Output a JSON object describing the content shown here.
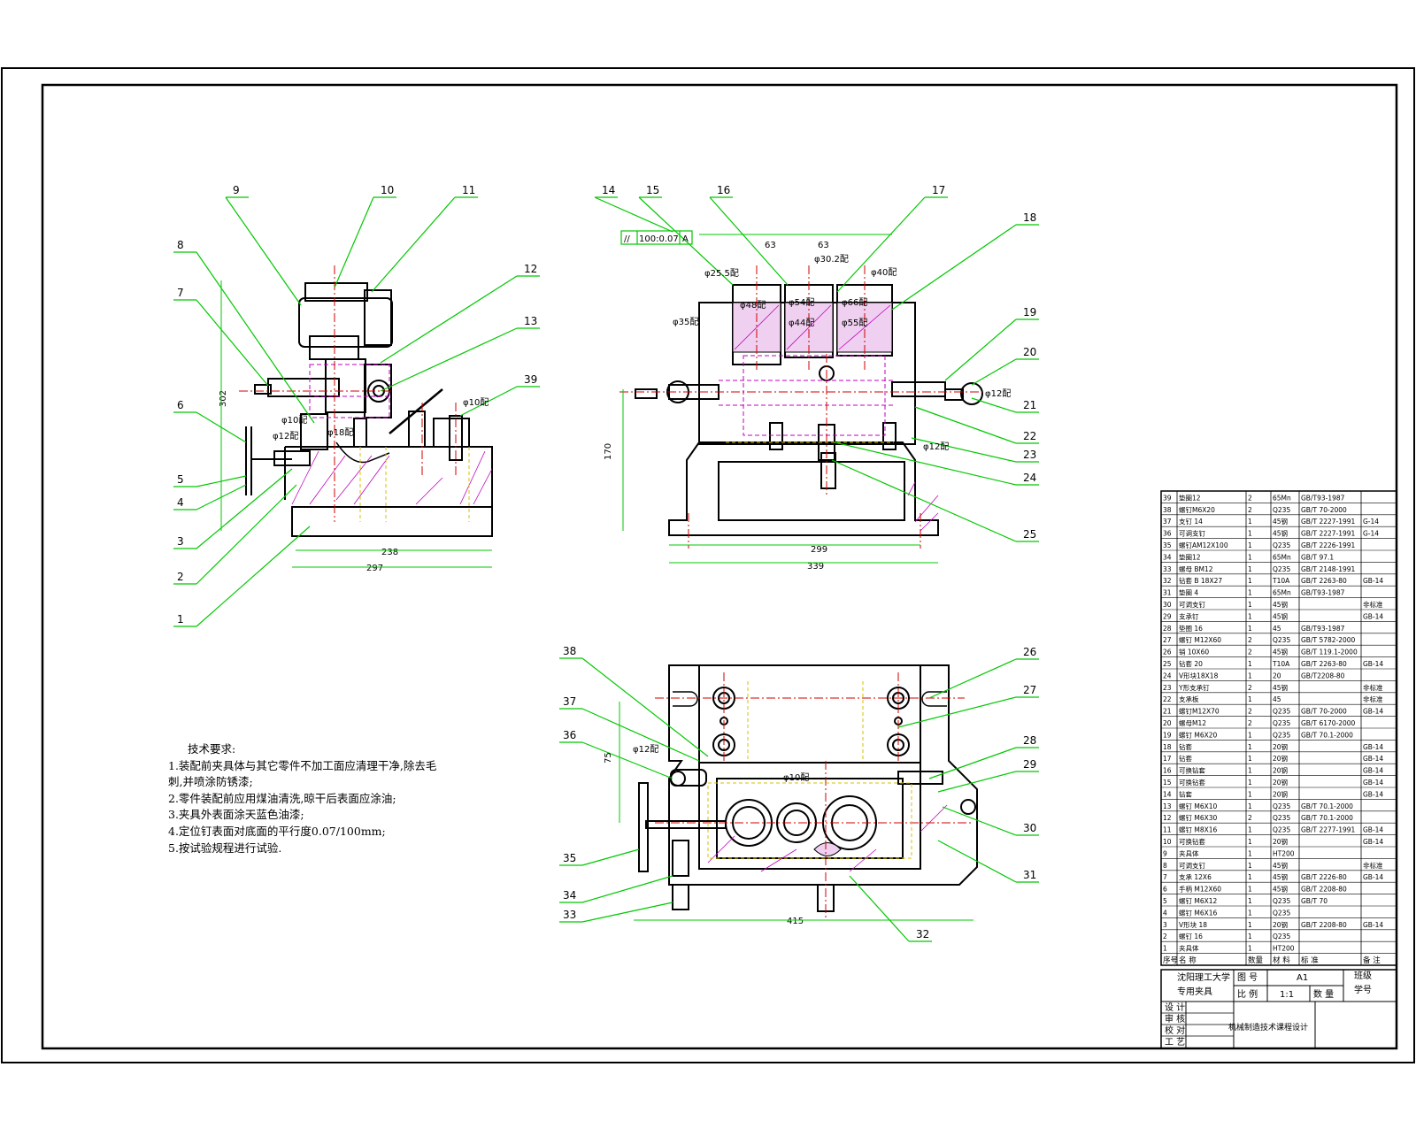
{
  "drawing": {
    "colors": {
      "outline": "#000000",
      "leader": "#00c800",
      "center": "#d00000",
      "hidden": "#e000e0",
      "yellow": "#d8c000",
      "hatch": "#c000c0"
    },
    "view_front": {
      "balloons": [
        "1",
        "2",
        "3",
        "4",
        "5",
        "6",
        "7",
        "8",
        "9",
        "10",
        "11",
        "12",
        "13",
        "39"
      ],
      "dims": [
        "302",
        "238",
        "297",
        "φ10配",
        "φ12配",
        "φ10配",
        "φ18配"
      ]
    },
    "view_side": {
      "balloons": [
        "14",
        "15",
        "16",
        "17",
        "18",
        "19",
        "20",
        "21",
        "22",
        "23",
        "24",
        "25"
      ],
      "tolerance_frame": [
        "//",
        "100:0.07",
        "A"
      ],
      "dims": [
        "63",
        "63",
        "φ25.5配",
        "φ30.2配",
        "φ40配",
        "φ48配",
        "φ54配",
        "φ66配",
        "φ35配",
        "φ44配",
        "φ55配",
        "φ12配",
        "φ12配",
        "170",
        "299",
        "339"
      ]
    },
    "view_top": {
      "balloons": [
        "26",
        "27",
        "28",
        "29",
        "30",
        "31",
        "32",
        "33",
        "34",
        "35",
        "36",
        "37",
        "38"
      ],
      "dims": [
        "φ12配",
        "φ10配",
        "75",
        "415"
      ]
    }
  },
  "tech_requirements": {
    "title": "技术要求:",
    "lines": [
      "1.装配前夹具体与其它零件不加工面应清理干净,除去毛",
      "刺,并喷涂防锈漆;",
      "2.零件装配前应用煤油清洗,晾干后表面应涂油;",
      "3.夹具外表面涂天蓝色油漆;",
      "4.定位钉表面对底面的平行度0.07/100mm;",
      "5.按试验规程进行试验."
    ]
  },
  "parts_list": {
    "rows": [
      [
        "39",
        "垫圈12",
        "2",
        "65Mn",
        "GB/T93-1987",
        ""
      ],
      [
        "38",
        "螺钉M6X20",
        "2",
        "Q235",
        "GB/T 70-2000",
        ""
      ],
      [
        "37",
        "支钉 14",
        "1",
        "45钢",
        "GB/T 2227-1991",
        "G-14"
      ],
      [
        "36",
        "可调支钉",
        "1",
        "45钢",
        "GB/T 2227-1991",
        "G-14"
      ],
      [
        "35",
        "螺钉AM12X100",
        "1",
        "Q235",
        "GB/T 2226-1991",
        ""
      ],
      [
        "34",
        "垫圈12",
        "1",
        "65Mn",
        "GB/T 97.1",
        ""
      ],
      [
        "33",
        "螺母 BM12",
        "1",
        "Q235",
        "GB/T 2148-1991",
        ""
      ],
      [
        "32",
        "钻套 B 18X27",
        "1",
        "T10A",
        "GB/T 2263-80",
        "GB-14"
      ],
      [
        "31",
        "垫圈 4",
        "1",
        "65Mn",
        "GB/T93-1987",
        ""
      ],
      [
        "30",
        "可调支钉",
        "1",
        "45钢",
        "",
        "非标准"
      ],
      [
        "29",
        "支承钉",
        "1",
        "45钢",
        "",
        "GB-14"
      ],
      [
        "28",
        "垫圈 16",
        "1",
        "45",
        "GB/T93-1987",
        ""
      ],
      [
        "27",
        "螺钉 M12X60",
        "2",
        "Q235",
        "GB/T 5782-2000",
        ""
      ],
      [
        "26",
        "销 10X60",
        "2",
        "45钢",
        "GB/T 119.1-2000",
        ""
      ],
      [
        "25",
        "钻套 20",
        "1",
        "T10A",
        "GB/T 2263-80",
        "GB-14"
      ],
      [
        "24",
        "V形块18X18",
        "1",
        "20",
        "GB/T2208-80",
        ""
      ],
      [
        "23",
        "Y形支承钉",
        "2",
        "45钢",
        "",
        "非标准"
      ],
      [
        "22",
        "支承板",
        "1",
        "45",
        "",
        "非标准"
      ],
      [
        "21",
        "螺钉M12X70",
        "2",
        "Q235",
        "GB/T 70-2000",
        "GB-14"
      ],
      [
        "20",
        "螺母M12",
        "2",
        "Q235",
        "GB/T 6170-2000",
        ""
      ],
      [
        "19",
        "螺钉 M6X20",
        "1",
        "Q235",
        "GB/T 70.1-2000",
        ""
      ],
      [
        "18",
        "钻套",
        "1",
        "20钢",
        "",
        "GB-14"
      ],
      [
        "17",
        "钻套",
        "1",
        "20钢",
        "",
        "GB-14"
      ],
      [
        "16",
        "可换钻套",
        "1",
        "20钢",
        "",
        "GB-14"
      ],
      [
        "15",
        "可换钻套",
        "1",
        "20钢",
        "",
        "GB-14"
      ],
      [
        "14",
        "钻套",
        "1",
        "20钢",
        "",
        "GB-14"
      ],
      [
        "13",
        "螺钉 M6X10",
        "1",
        "Q235",
        "GB/T 70.1-2000",
        ""
      ],
      [
        "12",
        "螺钉 M6X30",
        "2",
        "Q235",
        "GB/T 70.1-2000",
        ""
      ],
      [
        "11",
        "螺钉 M8X16",
        "1",
        "Q235",
        "GB/T 2277-1991",
        "GB-14"
      ],
      [
        "10",
        "可换钻套",
        "1",
        "20钢",
        "",
        "GB-14"
      ],
      [
        "9",
        "夹具体",
        "1",
        "HT200",
        "",
        ""
      ],
      [
        "8",
        "可调支钉",
        "1",
        "45钢",
        "",
        "非标准"
      ],
      [
        "7",
        "支承 12X6",
        "1",
        "45钢",
        "GB/T 2226-80",
        "GB-14"
      ],
      [
        "6",
        "手柄 M12X60",
        "1",
        "45钢",
        "GB/T 2208-80",
        ""
      ],
      [
        "5",
        "螺钉 M6X12",
        "1",
        "Q235",
        "GB/T 70",
        ""
      ],
      [
        "4",
        "螺钉 M6X16",
        "1",
        "Q235",
        "",
        ""
      ],
      [
        "3",
        "V形块 18",
        "1",
        "20钢",
        "GB/T 2208-80",
        "GB-14"
      ],
      [
        "2",
        "螺钉 16",
        "1",
        "Q235",
        "",
        ""
      ],
      [
        "1",
        "夹具体",
        "1",
        "HT200",
        "",
        ""
      ]
    ],
    "header": [
      "序号",
      "名 称",
      "数量",
      "材 料",
      "标 准",
      "备 注"
    ]
  },
  "title_block": {
    "school": "沈阳理工大学",
    "name": "专用夹具",
    "drawing_no_label": "图 号",
    "drawing_no": "A1",
    "scale_label": "比 例",
    "scale": "1:1",
    "quantity_label": "数 量",
    "grade_label": "班级",
    "grade": "学号",
    "roles": [
      "设 计",
      "审 核",
      "校 对",
      "工 艺"
    ],
    "project": "机械制造技术课程设计"
  }
}
